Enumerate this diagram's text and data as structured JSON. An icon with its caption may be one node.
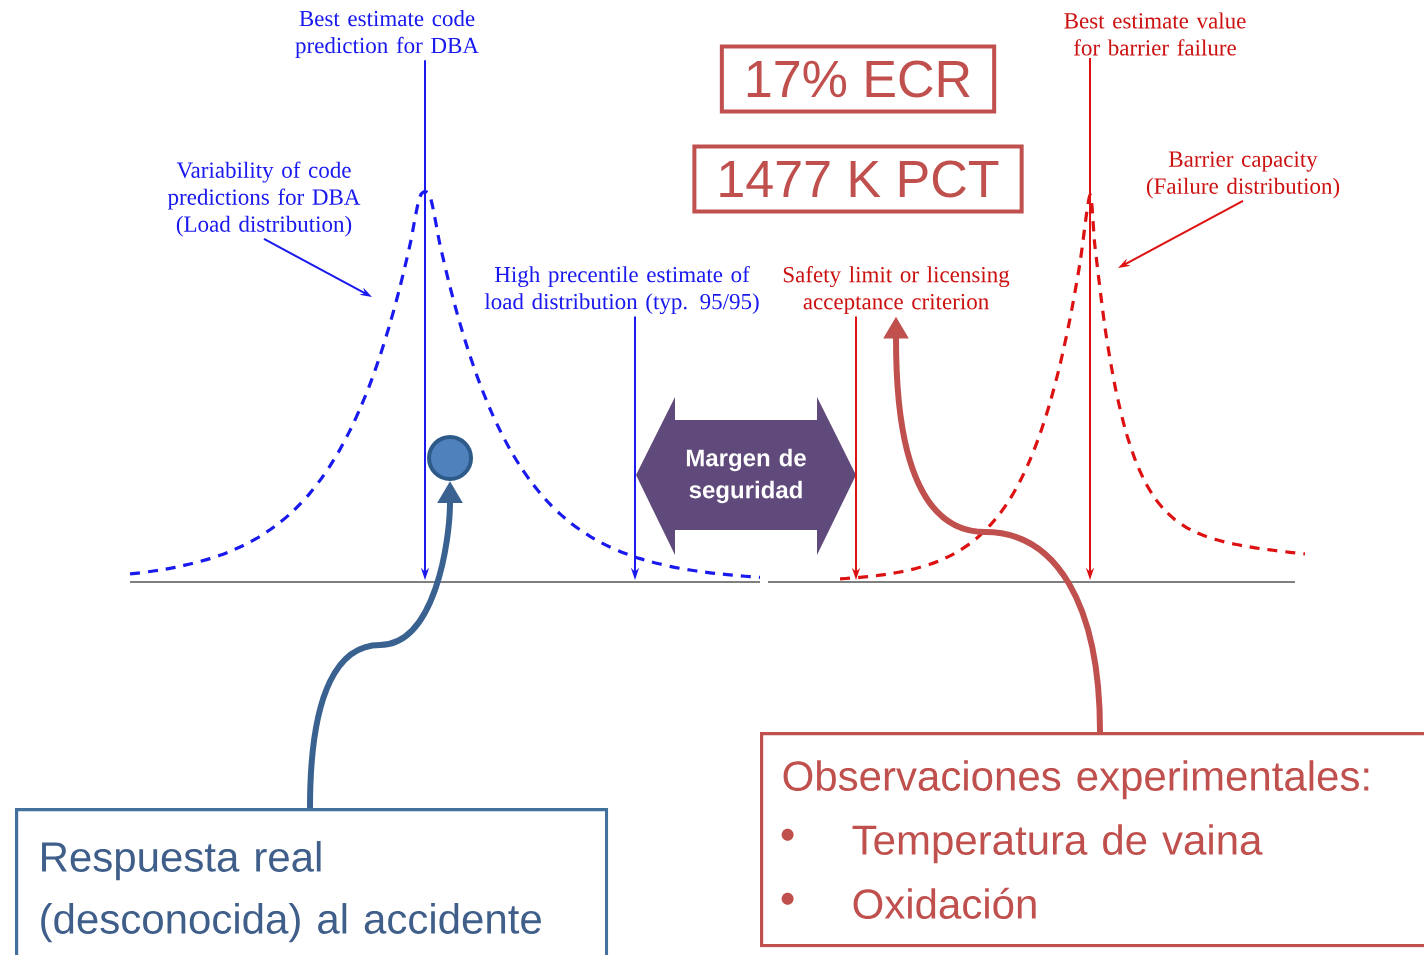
{
  "diagram": {
    "nodes": [
      {
        "text": [
          "Best estimate code prediction for DBA"
        ]
      },
      {
        "text": [
          "Variability of code predictions for DBA (Load distribution)"
        ]
      },
      {
        "text": [
          "High precentile estimate of load distribution (typ. 95/95)"
        ]
      },
      {
        "text": [
          "17% ECR"
        ]
      },
      {
        "text": [
          "1477 K PCT"
        ]
      },
      {
        "text": [
          "Safety limit or licensing acceptance criterion"
        ]
      },
      {
        "text": [
          "Best estimate value for barrier failure"
        ]
      },
      {
        "text": [
          "Barrier capacity (Failure distribution)"
        ]
      },
      {
        "text": [
          "Margen de seguridad"
        ]
      },
      {
        "text": [],
        "shape": "circle"
      },
      {
        "text": [
          "Respuesta real (desconocida) al accidente"
        ]
      },
      {
        "text": [
          "Observaciones experimentales:",
          "Temperatura de vaina",
          "Oxidación"
        ]
      }
    ],
    "edges": [
      {
        "from": 0,
        "to": null,
        "arrow": "to",
        "color": "#1a1aee"
      },
      {
        "from": 1,
        "to": null,
        "arrow": "to",
        "color": "#1a1aee"
      },
      {
        "from": 2,
        "to": null,
        "arrow": "to",
        "color": "#1a1aee"
      },
      {
        "from": 5,
        "to": null,
        "arrow": "to",
        "color": "#dd1111"
      },
      {
        "from": 6,
        "to": null,
        "arrow": "to",
        "color": "#dd1111"
      },
      {
        "from": 7,
        "to": null,
        "arrow": "to",
        "color": "#dd1111"
      },
      {
        "from": 10,
        "to": 9,
        "arrow": "to",
        "style": "thick",
        "color": "#3a6291"
      },
      {
        "from": 11,
        "to": 5,
        "arrow": "to",
        "style": "thick",
        "color": "#c0504d"
      }
    ]
  }
}
